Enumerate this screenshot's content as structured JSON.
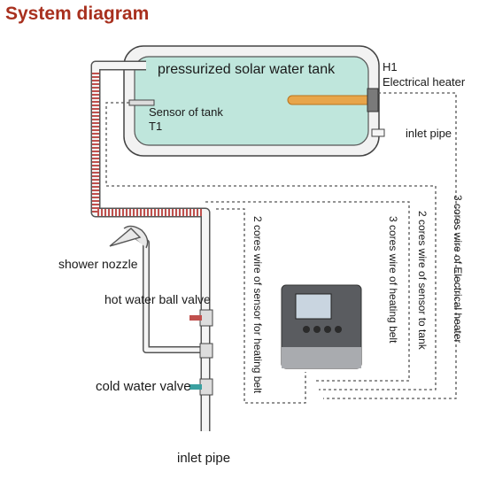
{
  "title": "System diagram",
  "tank": {
    "title": "pressurized  solar water tank",
    "sensor_label": "Sensor of tank",
    "sensor_code": "T1",
    "heater_code": "H1",
    "heater_label": "Electrical heater",
    "inlet_label": "inlet pipe"
  },
  "fixtures": {
    "shower": "shower nozzle",
    "hot_valve": "hot water ball valve",
    "cold_valve": "cold water valve",
    "bottom_inlet": "inlet pipe"
  },
  "wires": {
    "heating_belt_sensor": "2 cores wire of sensor for heating belt",
    "heating_belt": "3 cores wire of heating belt",
    "tank_sensor": "2 cores wire of sensor to tank",
    "heater": "3 cores wire of Electrical heater"
  },
  "colors": {
    "title": "#a8301e",
    "tank_fill": "#bfe6dc",
    "heating_belt": "#c0504d",
    "heater_rod": "#e8a54a"
  }
}
